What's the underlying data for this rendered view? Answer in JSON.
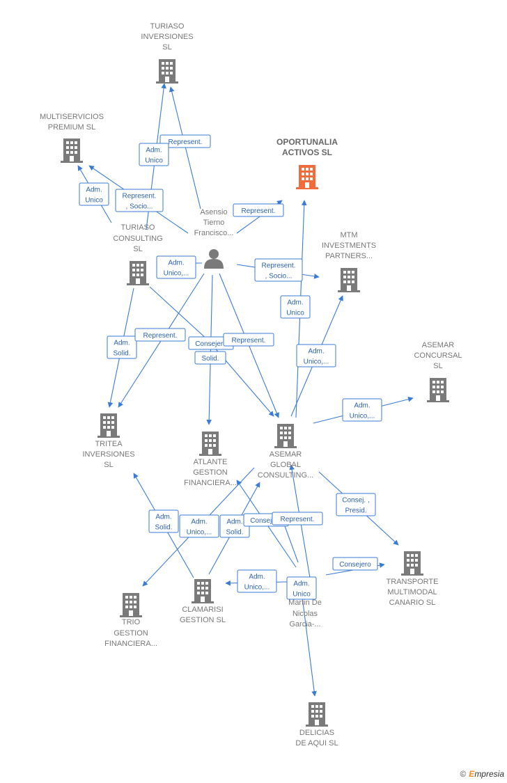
{
  "colors": {
    "edge": "#3a7bd5",
    "building": "#7a7a7a",
    "highlight": "#f26b3a",
    "person": "#7a7a7a"
  },
  "footer": {
    "copyright": "©",
    "brand_initial": "E",
    "brand_rest": "mpresia"
  },
  "nodes": [
    {
      "id": "turiaso_inv",
      "type": "building",
      "label": [
        "TURIASO",
        "INVERSIONES",
        "SL"
      ]
    },
    {
      "id": "multiservicios",
      "type": "building",
      "label": [
        "MULTISERVICIOS",
        "PREMIUM SL"
      ]
    },
    {
      "id": "oportunalia",
      "type": "building",
      "highlight": true,
      "label": [
        "OPORTUNALIA",
        "ACTIVOS  SL"
      ]
    },
    {
      "id": "asensio",
      "type": "person",
      "label": [
        "Asensio",
        "Tierno",
        "Francisco..."
      ]
    },
    {
      "id": "turiaso_cons",
      "type": "building",
      "label": [
        "TURIASO",
        "CONSULTING",
        "SL"
      ]
    },
    {
      "id": "mtm",
      "type": "building",
      "label": [
        "MTM",
        "INVESTMENTS",
        "PARTNERS..."
      ]
    },
    {
      "id": "asemar_conc",
      "type": "building",
      "label": [
        "ASEMAR",
        "CONCURSAL",
        "SL"
      ]
    },
    {
      "id": "tritea",
      "type": "building",
      "label": [
        "TRITEA",
        "INVERSIONES",
        "SL"
      ]
    },
    {
      "id": "atlante",
      "type": "building",
      "label": [
        "ATLANTE",
        "GESTION",
        "FINANCIERA..."
      ]
    },
    {
      "id": "asemar_glob",
      "type": "building",
      "label": [
        "ASEMAR",
        "GLOBAL",
        "CONSULTING..."
      ]
    },
    {
      "id": "transporte",
      "type": "building",
      "label": [
        "TRANSPORTE",
        "MULTIMODAL",
        "CANARIO SL"
      ]
    },
    {
      "id": "trio",
      "type": "building",
      "label": [
        "TRIO",
        "GESTION",
        "FINANCIERA..."
      ]
    },
    {
      "id": "clamarisi",
      "type": "building",
      "label": [
        "CLAMARISI",
        "GESTION  SL"
      ]
    },
    {
      "id": "martin",
      "type": "person_noicon",
      "label": [
        "Martin De",
        "Nicolas",
        "Garcia-..."
      ]
    },
    {
      "id": "delicias",
      "type": "building",
      "label": [
        "DELICIAS",
        "DE AQUI  SL"
      ]
    }
  ],
  "edges": [
    {
      "id": "e1",
      "label": [
        "Represent."
      ]
    },
    {
      "id": "e2",
      "label": [
        "Adm.",
        "Unico"
      ]
    },
    {
      "id": "e3",
      "label": [
        "Adm.",
        "Unico"
      ]
    },
    {
      "id": "e4",
      "label": [
        "Represent.",
        ", Socio..."
      ]
    },
    {
      "id": "e5",
      "label": [
        "Represent."
      ]
    },
    {
      "id": "e6",
      "label": [
        "Adm.",
        "Unico,..."
      ]
    },
    {
      "id": "e7",
      "label": [
        "Represent.",
        ", Socio..."
      ]
    },
    {
      "id": "e8",
      "label": [
        "Adm.",
        "Unico"
      ]
    },
    {
      "id": "e9",
      "label": [
        "Adm.",
        "Solid."
      ]
    },
    {
      "id": "e10",
      "label": [
        "Represent."
      ]
    },
    {
      "id": "e11",
      "label": [
        "Consejero"
      ]
    },
    {
      "id": "e12",
      "label": [
        "Solid."
      ]
    },
    {
      "id": "e13",
      "label": [
        "Represent."
      ]
    },
    {
      "id": "e14",
      "label": [
        "Adm.",
        "Unico,..."
      ]
    },
    {
      "id": "e15",
      "label": [
        "Adm.",
        "Unico,..."
      ]
    },
    {
      "id": "e16",
      "label": [
        "Consej. ,",
        "Presid."
      ]
    },
    {
      "id": "e17",
      "label": [
        "Adm.",
        "Solid."
      ]
    },
    {
      "id": "e18",
      "label": [
        "Adm.",
        "Unico,..."
      ]
    },
    {
      "id": "e19",
      "label": [
        "Adm.",
        "Solid."
      ]
    },
    {
      "id": "e20",
      "label": [
        "Consejero"
      ]
    },
    {
      "id": "e21",
      "label": [
        "Represent."
      ]
    },
    {
      "id": "e22",
      "label": [
        "Consejero"
      ]
    },
    {
      "id": "e23",
      "label": [
        "Adm.",
        "Unico,..."
      ]
    },
    {
      "id": "e24",
      "label": [
        "Adm.",
        "Unico"
      ]
    }
  ]
}
